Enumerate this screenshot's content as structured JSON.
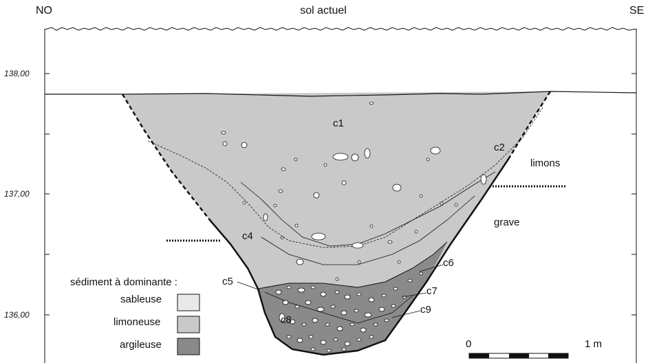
{
  "header": {
    "left": "NO",
    "center": "sol actuel",
    "right": "SE"
  },
  "elevations": [
    "138,00",
    "137,00",
    "136,00"
  ],
  "layers": {
    "c1": "c1",
    "c2": "c2",
    "c4": "c4",
    "c5": "c5",
    "c6": "c6",
    "c7": "c7",
    "c8": "c8",
    "c9": "c9"
  },
  "context": {
    "limons": "limons",
    "grave": "grave"
  },
  "legend": {
    "title": "sédiment à dominante :",
    "items": [
      {
        "label": "sableuse",
        "color": "#e9e9e9"
      },
      {
        "label": "limoneuse",
        "color": "#c9c9c9"
      },
      {
        "label": "argileuse",
        "color": "#8a8a8a"
      }
    ]
  },
  "scale": {
    "start": "0",
    "end": "1 m"
  },
  "colors": {
    "limoneuse": "#c9c9c9",
    "argileuse": "#8a8a8a",
    "line": "#111111"
  }
}
